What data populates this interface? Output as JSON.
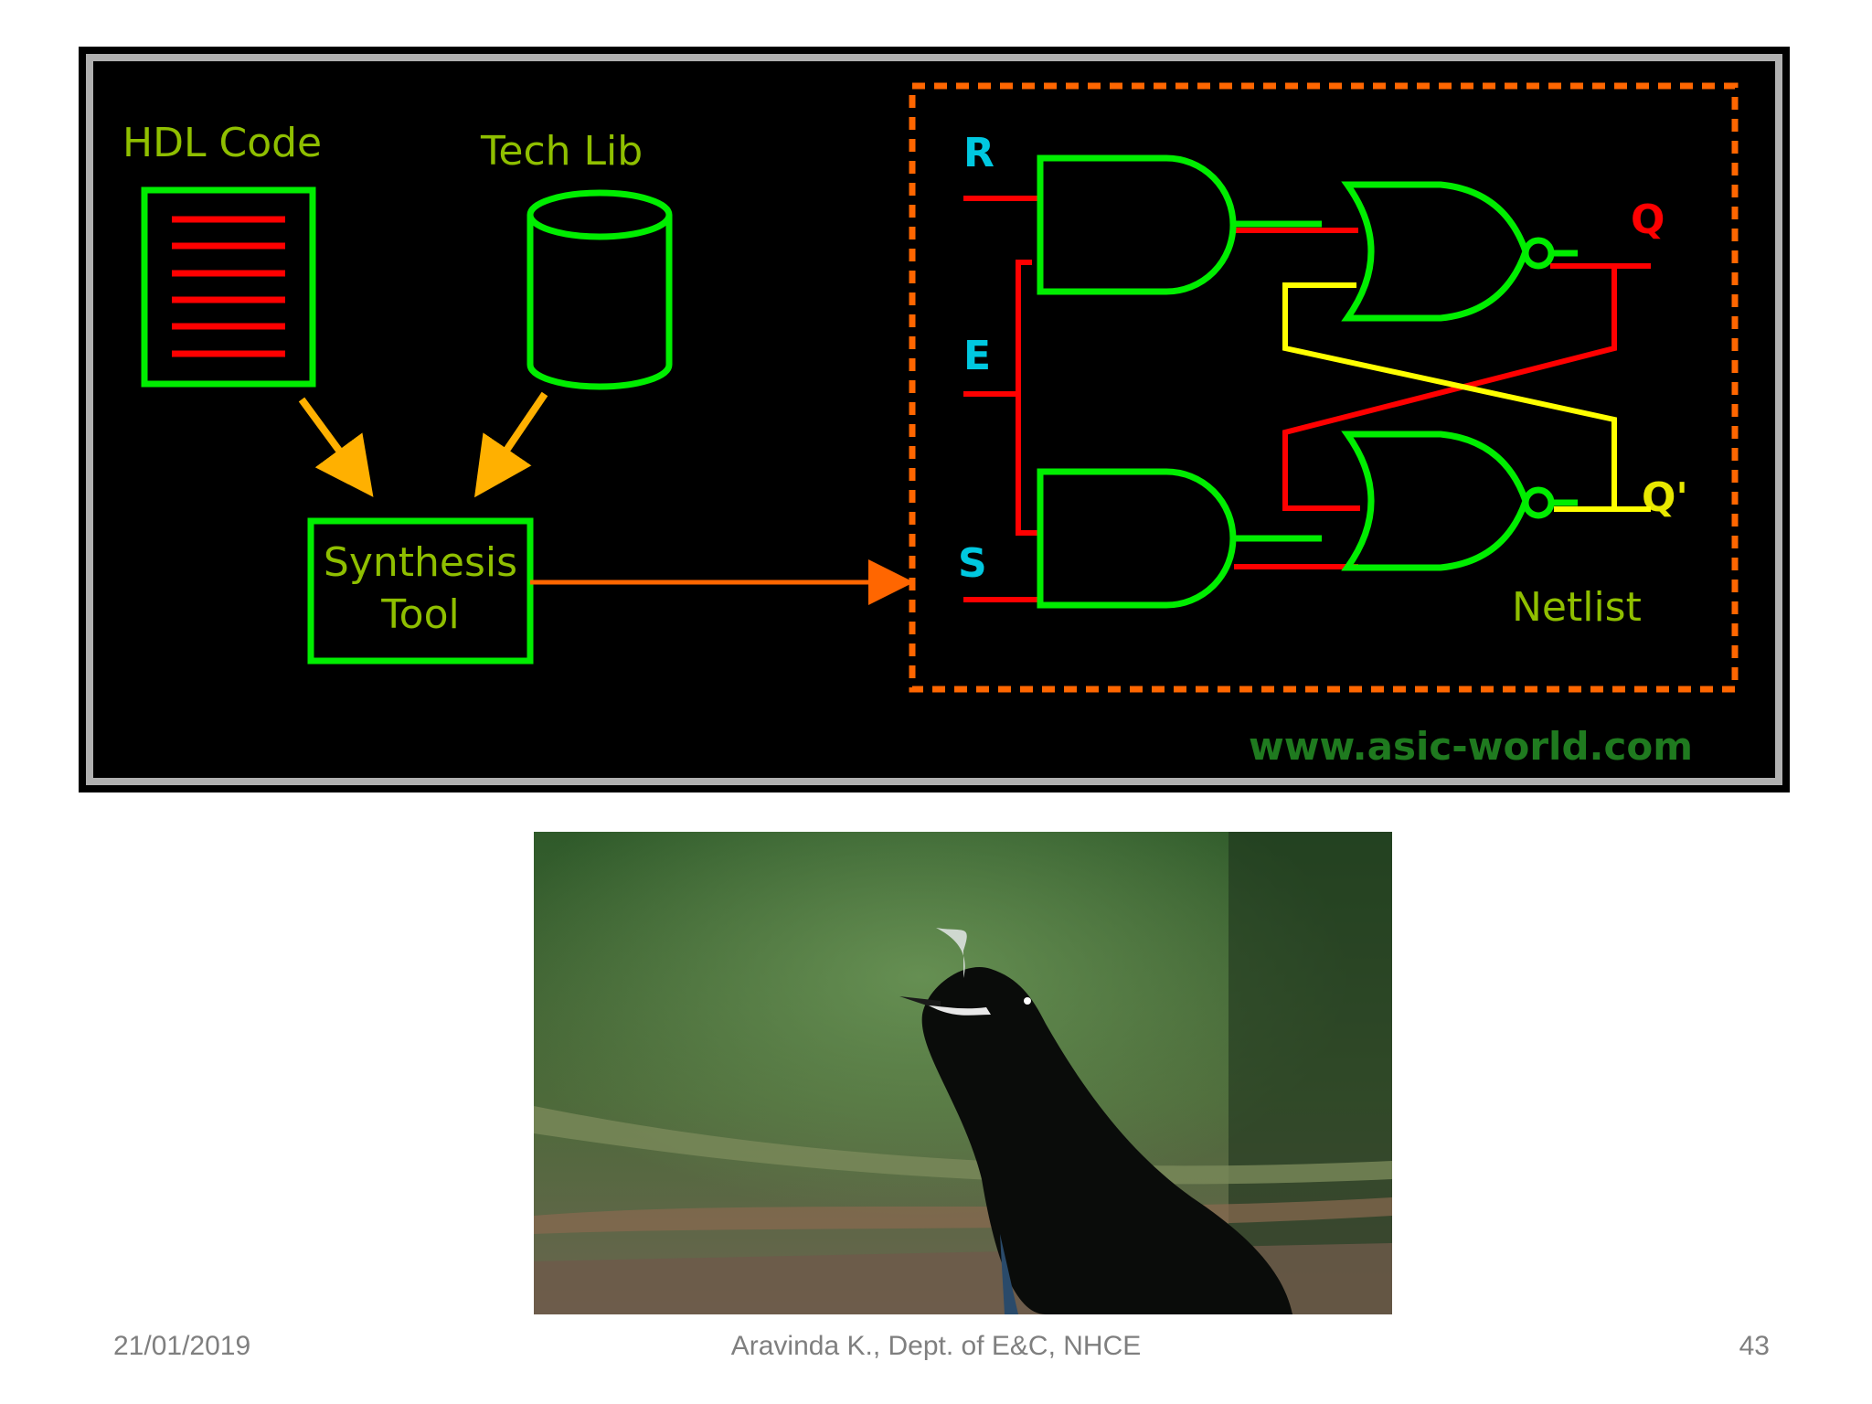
{
  "diagram": {
    "labels": {
      "hdl_code": "HDL Code",
      "tech_lib": "Tech Lib",
      "synthesis_line1": "Synthesis",
      "synthesis_line2": "Tool",
      "netlist": "Netlist",
      "watermark": "www.asic-world.com"
    },
    "signals": {
      "r": "R",
      "e": "E",
      "s": "S",
      "q": "Q",
      "q_bar": "Q'"
    },
    "colors": {
      "background": "#000000",
      "frame": "#b0b0b0",
      "box_outline": "#00ee00",
      "label_text": "#8fbf00",
      "hdl_lines": "#ff0000",
      "input_arrow": "#ffb000",
      "output_arrow": "#ff6600",
      "netlist_border": "#ff6600",
      "signal_label": "#00c8e0",
      "output_label_q": "#ff0000",
      "output_label_qbar": "#e8e800",
      "wire_red": "#ff0000",
      "wire_yellow": "#ffff00",
      "watermark": "#1f7a1f"
    },
    "icons": {
      "document": "document-icon",
      "database": "database-cylinder-icon"
    }
  },
  "photo": {
    "subject": "bird-photo"
  },
  "footer": {
    "date": "21/01/2019",
    "author": "Aravinda K., Dept. of E&C, NHCE",
    "page": "43"
  }
}
